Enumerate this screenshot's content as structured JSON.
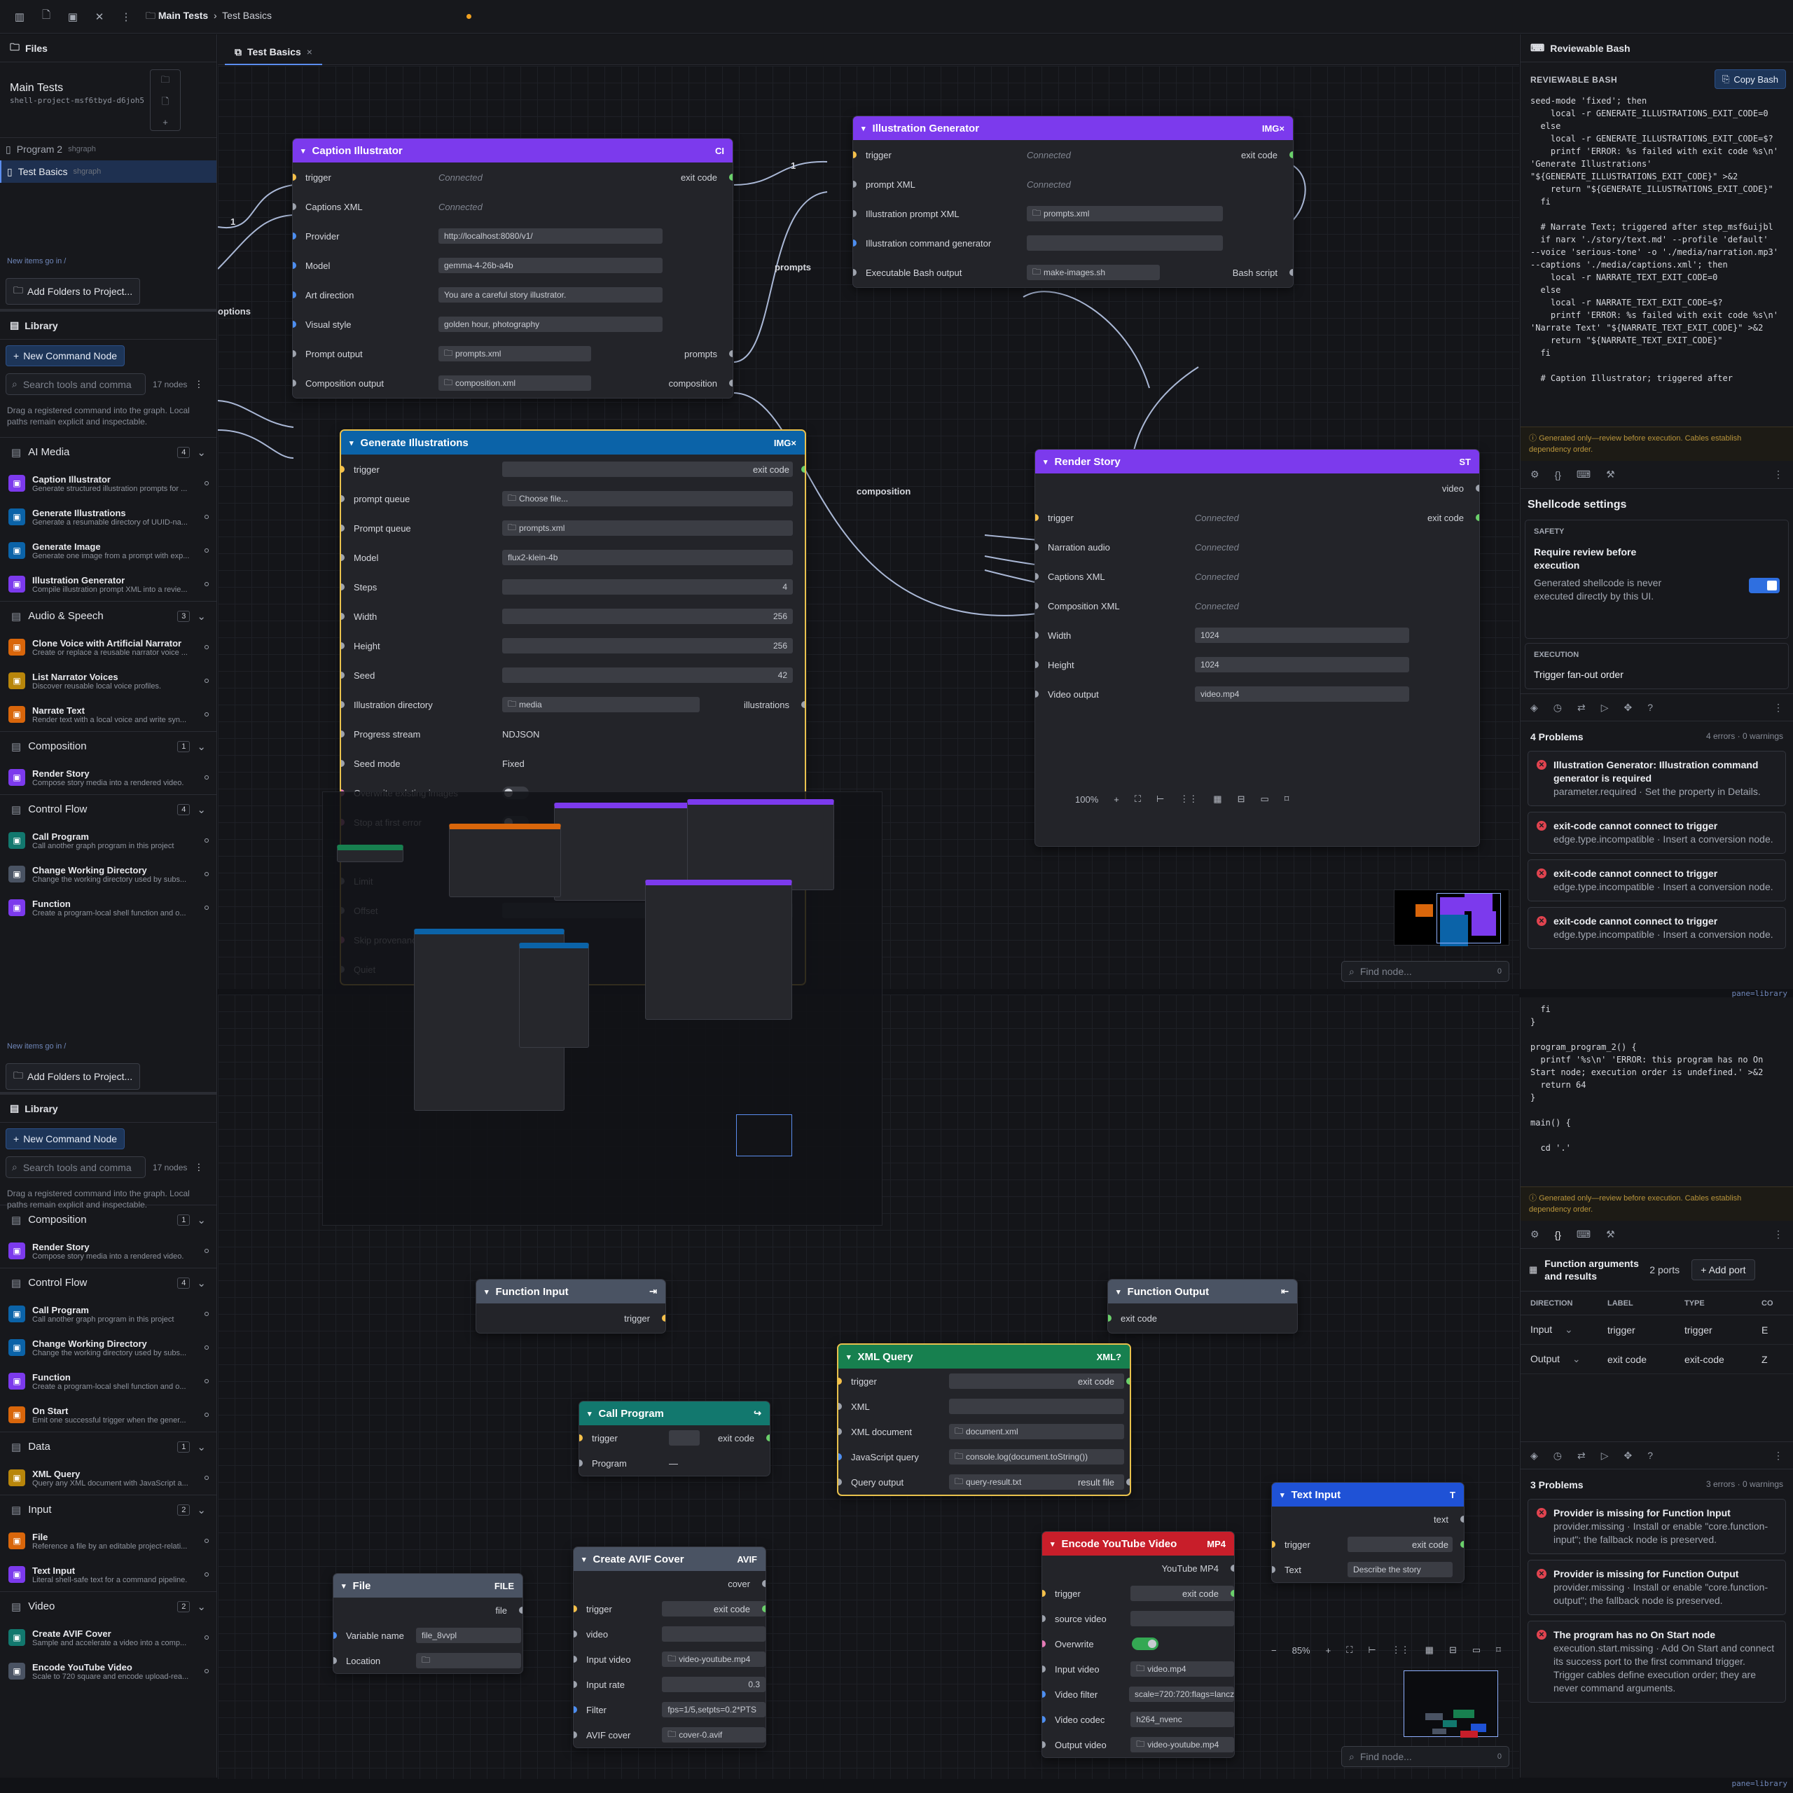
{
  "topbar": {
    "crumb_root": "Main Tests",
    "crumb_current": "Test Basics"
  },
  "files": {
    "title": "Files",
    "project": "Main Tests",
    "project_id": "shell-project-msf6tbyd-d6joh5",
    "items": [
      {
        "name": "Program 2",
        "ext": "shgraph"
      },
      {
        "name": "Test Basics",
        "ext": "shgraph"
      }
    ],
    "hint": "New items go in /",
    "add_folders": "Add Folders to Project..."
  },
  "library": {
    "title": "Library",
    "new_btn": "New Command Node",
    "search_ph": "Search tools and comma",
    "count": "17 nodes",
    "hint": "Drag a registered command into the graph. Local paths remain explicit and inspectable.",
    "top": [
      {
        "cat": "AI Media",
        "n": "4",
        "items": [
          {
            "t": "Caption Illustrator",
            "d": "Generate structured illustration prompts for ..."
          },
          {
            "t": "Generate Illustrations",
            "d": "Generate a resumable directory of UUID-na..."
          },
          {
            "t": "Generate Image",
            "d": "Generate one image from a prompt with exp..."
          },
          {
            "t": "Illustration Generator",
            "d": "Compile illustration prompt XML into a revie..."
          }
        ]
      },
      {
        "cat": "Audio & Speech",
        "n": "3",
        "items": [
          {
            "t": "Clone Voice with Artificial Narrator",
            "d": "Create or replace a reusable narrator voice ..."
          },
          {
            "t": "List Narrator Voices",
            "d": "Discover reusable local voice profiles."
          },
          {
            "t": "Narrate Text",
            "d": "Render text with a local voice and write syn..."
          }
        ]
      },
      {
        "cat": "Composition",
        "n": "1",
        "items": [
          {
            "t": "Render Story",
            "d": "Compose story media into a rendered video."
          }
        ]
      },
      {
        "cat": "Control Flow",
        "n": "4",
        "items": [
          {
            "t": "Call Program",
            "d": "Call another graph program in this project"
          },
          {
            "t": "Change Working Directory",
            "d": "Change the working directory used by subs..."
          },
          {
            "t": "Function",
            "d": "Create a program-local shell function and o..."
          }
        ]
      }
    ],
    "bottom": [
      {
        "cat": "Composition",
        "n": "1",
        "items": [
          {
            "t": "Render Story",
            "d": "Compose story media into a rendered video."
          }
        ]
      },
      {
        "cat": "Control Flow",
        "n": "4",
        "items": [
          {
            "t": "Call Program",
            "d": "Call another graph program in this project"
          },
          {
            "t": "Change Working Directory",
            "d": "Change the working directory used by subs..."
          },
          {
            "t": "Function",
            "d": "Create a program-local shell function and o..."
          },
          {
            "t": "On Start",
            "d": "Emit one successful trigger when the gener..."
          }
        ]
      },
      {
        "cat": "Data",
        "n": "1",
        "items": [
          {
            "t": "XML Query",
            "d": "Query any XML document with JavaScript a..."
          }
        ]
      },
      {
        "cat": "Input",
        "n": "2",
        "items": [
          {
            "t": "File",
            "d": "Reference a file by an editable project-relati..."
          },
          {
            "t": "Text Input",
            "d": "Literal shell-safe text for a command pipeline."
          }
        ]
      },
      {
        "cat": "Video",
        "n": "2",
        "items": [
          {
            "t": "Create AVIF Cover",
            "d": "Sample and accelerate a video into a comp..."
          },
          {
            "t": "Encode YouTube Video",
            "d": "Scale to 720 square and encode upload-rea..."
          }
        ]
      }
    ]
  },
  "tab": {
    "label": "Test Basics"
  },
  "nodes": {
    "caption": {
      "title": "Caption Illustrator",
      "tag": "CI",
      "rows": [
        [
          "trigger",
          "Connected",
          "exit code"
        ],
        [
          "Captions XML",
          "Connected",
          ""
        ],
        [
          "Provider",
          "http://localhost:8080/v1/",
          ""
        ],
        [
          "Model",
          "gemma-4-26b-a4b",
          ""
        ],
        [
          "Art direction",
          "You are a careful story illustrator.",
          ""
        ],
        [
          "Visual style",
          "golden hour, photography",
          ""
        ],
        [
          "Prompt output",
          "prompts.xml",
          "prompts"
        ],
        [
          "Composition output",
          "composition.xml",
          "composition"
        ]
      ]
    },
    "illus": {
      "title": "Illustration Generator",
      "tag": "IMG×",
      "rows": [
        [
          "trigger",
          "Connected",
          "exit code"
        ],
        [
          "prompt XML",
          "Connected",
          ""
        ],
        [
          "Illustration prompt XML",
          "prompts.xml",
          ""
        ],
        [
          "Illustration command generator",
          "",
          ""
        ],
        [
          "Executable Bash output",
          "make-images.sh",
          "Bash script"
        ]
      ]
    },
    "genill": {
      "title": "Generate Illustrations",
      "tag": "IMG×",
      "rows": [
        [
          "trigger",
          "",
          "exit code"
        ],
        [
          "prompt queue",
          "Choose file...",
          ""
        ],
        [
          "Prompt queue",
          "prompts.xml",
          ""
        ],
        [
          "Model",
          "flux2-klein-4b",
          ""
        ],
        [
          "Steps",
          "4",
          ""
        ],
        [
          "Width",
          "256",
          ""
        ],
        [
          "Height",
          "256",
          ""
        ],
        [
          "Seed",
          "42",
          ""
        ],
        [
          "Illustration directory",
          "media",
          "illustrations"
        ],
        [
          "Progress stream",
          "NDJSON",
          ""
        ],
        [
          "Seed mode",
          "Fixed",
          ""
        ],
        [
          "Overwrite existing images",
          "",
          ""
        ],
        [
          "Stop at first error",
          "",
          ""
        ],
        [
          "Plan only",
          "",
          ""
        ],
        [
          "Limit",
          "",
          ""
        ],
        [
          "Offset",
          "",
          ""
        ],
        [
          "Skip provenance sidecars",
          "",
          ""
        ],
        [
          "Quiet",
          "",
          ""
        ]
      ]
    },
    "render": {
      "title": "Render Story",
      "tag": "ST",
      "rows": [
        [
          "",
          "",
          "video"
        ],
        [
          "trigger",
          "Connected",
          "exit code"
        ],
        [
          "Narration audio",
          "Connected",
          ""
        ],
        [
          "Captions XML",
          "Connected",
          ""
        ],
        [
          "Composition XML",
          "Connected",
          ""
        ],
        [
          "Width",
          "1024",
          ""
        ],
        [
          "Height",
          "1024",
          ""
        ],
        [
          "Video output",
          "video.mp4",
          ""
        ]
      ]
    },
    "fin": {
      "title": "Function Input",
      "tag": "⇥",
      "out": "trigger"
    },
    "fout": {
      "title": "Function Output",
      "tag": "⇤",
      "in": "exit code"
    },
    "xmlq": {
      "title": "XML Query",
      "tag": "XML?",
      "rows": [
        [
          "trigger",
          "",
          "exit code"
        ],
        [
          "XML",
          "",
          ""
        ],
        [
          "XML document",
          "document.xml",
          ""
        ],
        [
          "JavaScript query",
          "console.log(document.toString())",
          ""
        ],
        [
          "Query output",
          "query-result.txt",
          "result file"
        ]
      ]
    },
    "call": {
      "title": "Call Program",
      "tag": "↪",
      "rows": [
        [
          "trigger",
          "",
          "exit code"
        ],
        [
          "Program",
          "—",
          ""
        ]
      ]
    },
    "text": {
      "title": "Text Input",
      "tag": "T",
      "rows": [
        [
          "",
          "",
          "text"
        ],
        [
          "trigger",
          "",
          "exit code"
        ],
        [
          "Text",
          "Describe the story",
          ""
        ]
      ]
    },
    "enc": {
      "title": "Encode YouTube Video",
      "tag": "MP4",
      "rows": [
        [
          "",
          "",
          "YouTube MP4"
        ],
        [
          "trigger",
          "",
          "exit code"
        ],
        [
          "source video",
          "",
          ""
        ],
        [
          "Overwrite",
          "",
          ""
        ],
        [
          "Input video",
          "video.mp4",
          ""
        ],
        [
          "Video filter",
          "scale=720:720:flags=lanczos",
          ""
        ],
        [
          "Video codec",
          "h264_nvenc",
          ""
        ],
        [
          "Output video",
          "video-youtube.mp4",
          ""
        ]
      ]
    },
    "avif": {
      "title": "Create AVIF Cover",
      "tag": "AVIF",
      "rows": [
        [
          "",
          "",
          "cover"
        ],
        [
          "trigger",
          "",
          "exit code"
        ],
        [
          "video",
          "",
          ""
        ],
        [
          "Input video",
          "video-youtube.mp4",
          ""
        ],
        [
          "Input rate",
          "0.3",
          ""
        ],
        [
          "Filter",
          "fps=1/5,setpts=0.2*PTS",
          ""
        ],
        [
          "AVIF cover",
          "cover-0.avif",
          ""
        ]
      ]
    },
    "file": {
      "title": "File",
      "tag": "FILE",
      "rows": [
        [
          "",
          "",
          "file"
        ],
        [
          "Variable name",
          "file_8vvpl",
          ""
        ],
        [
          "Location",
          "",
          ""
        ]
      ]
    }
  },
  "edge_labels": {
    "one": "1",
    "prompts": "prompts",
    "composition": "composition",
    "options": "options"
  },
  "canvas": {
    "zoom_top": "100%",
    "zoom_bottom": "85%",
    "find_ph": "Find node...",
    "find_count": "0"
  },
  "bash": {
    "title": "Reviewable Bash",
    "heading": "REVIEWABLE BASH",
    "copy": "Copy Bash",
    "code": "seed-mode 'fixed'; then\n    local -r GENERATE_ILLUSTRATIONS_EXIT_CODE=0\n  else\n    local -r GENERATE_ILLUSTRATIONS_EXIT_CODE=$?\n    printf 'ERROR: %s failed with exit code %s\\n'\n'Generate Illustrations'\n\"${GENERATE_ILLUSTRATIONS_EXIT_CODE}\" >&2\n    return \"${GENERATE_ILLUSTRATIONS_EXIT_CODE}\"\n  fi\n\n  # Narrate Text; triggered after step_msf6uijbl\n  if narx './story/text.md' --profile 'default'\n--voice 'serious-tone' -o './media/narration.mp3'\n--captions './media/captions.xml'; then\n    local -r NARRATE_TEXT_EXIT_CODE=0\n  else\n    local -r NARRATE_TEXT_EXIT_CODE=$?\n    printf 'ERROR: %s failed with exit code %s\\n'\n'Narrate Text' \"${NARRATE_TEXT_EXIT_CODE}\" >&2\n    return \"${NARRATE_TEXT_EXIT_CODE}\"\n  fi\n\n  # Caption Illustrator; triggered after",
    "code2": "  fi\n}\n\nprogram_program_2() {\n  printf '%s\\n' 'ERROR: this program has no On\nStart node; execution order is undefined.' >&2\n  return 64\n}\n\nmain() {\n\n  cd '.'",
    "warn": "Generated only—review before execution. Cables establish dependency order."
  },
  "settings": {
    "title": "Shellcode settings",
    "safety": "SAFETY",
    "req": "Require review before execution",
    "req_d": "Generated shellcode is never executed directly by this UI.",
    "exec": "EXECUTION",
    "fan": "Trigger fan-out order"
  },
  "problems1": {
    "title": "4 Problems",
    "meta": "4 errors · 0 warnings",
    "items": [
      {
        "t": "Illustration Generator: Illustration command generator is required",
        "d": "parameter.required · Set the property in Details."
      },
      {
        "t": "exit-code cannot connect to trigger",
        "d": "edge.type.incompatible · Insert a conversion node."
      },
      {
        "t": "exit-code cannot connect to trigger",
        "d": "edge.type.incompatible · Insert a conversion node."
      },
      {
        "t": "exit-code cannot connect to trigger",
        "d": "edge.type.incompatible · Insert a conversion node."
      }
    ]
  },
  "pane_tag": "pane=library",
  "fnargs": {
    "title": "Function arguments and results",
    "ports": "2 ports",
    "add": "+ Add port",
    "cols": [
      "DIRECTION",
      "LABEL",
      "TYPE",
      "CO"
    ],
    "rows": [
      [
        "Input",
        "trigger",
        "trigger",
        "E"
      ],
      [
        "Output",
        "exit code",
        "exit-code",
        "Z"
      ]
    ]
  },
  "problems2": {
    "title": "3 Problems",
    "meta": "3 errors · 0 warnings",
    "items": [
      {
        "t": "Provider is missing for Function Input",
        "d": "provider.missing · Install or enable \"core.function-input\"; the fallback node is preserved."
      },
      {
        "t": "Provider is missing for Function Output",
        "d": "provider.missing · Install or enable \"core.function-output\"; the fallback node is preserved."
      },
      {
        "t": "The program has no On Start node",
        "d": "execution.start.missing · Add On Start and connect its success port to the first command trigger. Trigger cables define execution order; they are never command arguments."
      }
    ]
  },
  "colors": {
    "purple": "#7c3aed",
    "blue": "#0b63a8",
    "teal": "#12786e",
    "green": "#17804f",
    "red": "#c81e2a",
    "gray": "#4a5363",
    "tblue": "#1f52d6"
  }
}
